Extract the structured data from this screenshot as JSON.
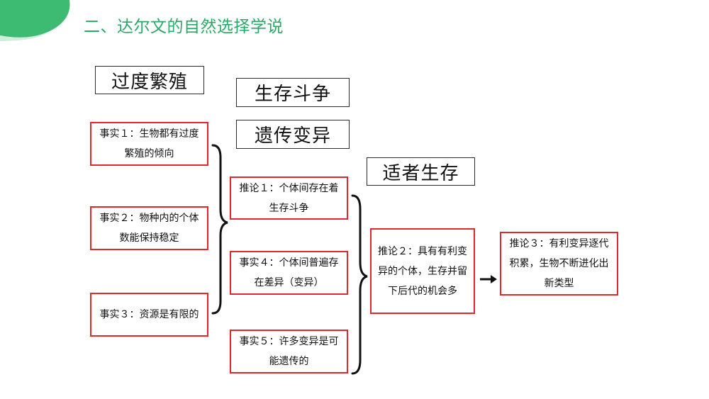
{
  "title": "二、达尔文的自然选择学说",
  "headings": {
    "overbreeding": "过度繁殖",
    "struggle": "生存斗争",
    "variation": "遗传变异",
    "survival": "适者生存"
  },
  "facts": {
    "fact1": "事实１：生物都有过度繁殖的倾向",
    "fact2": "事实２：物种内的个体数能保持稳定",
    "fact3": "事实３：资源是有限的",
    "fact4": "事实４：个体间普遍存在差异（变异）",
    "fact5": "事实５：许多变异是可能遗传的"
  },
  "inferences": {
    "inference1": "推论１：个体间存在着生存斗争",
    "inference2": "推论２：具有有利变异的个体，生存并留下后代的机会多",
    "inference3": "推论３：有利变异逐代积累，生物不断进化出新类型"
  },
  "colors": {
    "accent": "#2aa866",
    "fact_border": "#e0282d"
  },
  "icons": {
    "corner": "green-corner-decoration",
    "arrow": "right-arrow-icon"
  }
}
